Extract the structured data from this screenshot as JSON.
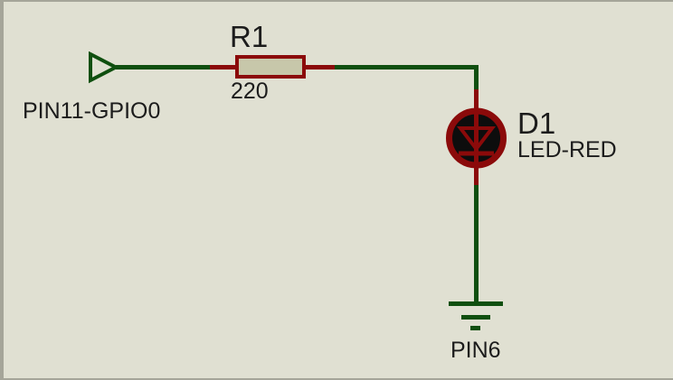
{
  "palette": {
    "background": "#e0e0d2",
    "wire_green": "#0f4f0f",
    "component_red": "#8b0a0a",
    "resistor_fill": "#c7c7aa",
    "led_fill": "#0d0d0d",
    "label_color": "#1c1c1c"
  },
  "schematic": {
    "input_terminal": {
      "label": "PIN11-GPIO0"
    },
    "resistor": {
      "ref": "R1",
      "value": "220"
    },
    "led": {
      "ref": "D1",
      "value": "LED-RED"
    },
    "ground": {
      "label": "PIN6"
    }
  }
}
